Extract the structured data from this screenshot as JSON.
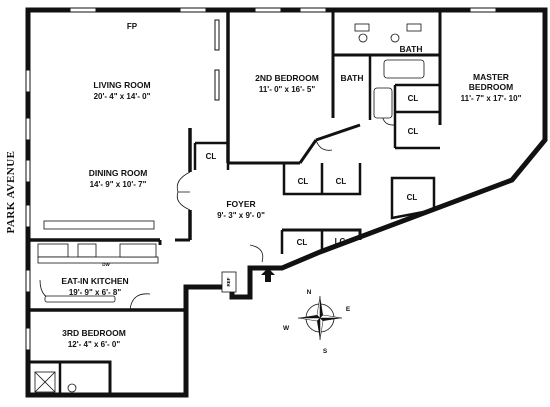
{
  "street": {
    "name": "PARK AVENUE"
  },
  "rooms": {
    "living": {
      "name": "LIVING ROOM",
      "dims": "20'- 4\" x 14'- 0\""
    },
    "dining": {
      "name": "DINING ROOM",
      "dims": "14'- 9\" x 10'- 7\""
    },
    "kitchen": {
      "name": "EAT-IN KITCHEN",
      "dims": "19'- 9\" x 6'- 8\""
    },
    "bed3": {
      "name": "3RD BEDROOM",
      "dims": "12'- 4\" x 6'- 0\""
    },
    "bed2": {
      "name": "2ND BEDROOM",
      "dims": "11'- 0\" x 16'- 5\""
    },
    "master": {
      "name_line1": "MASTER",
      "name_line2": "BEDROOM",
      "dims": "11'- 7\" x 17'- 10\""
    },
    "foyer": {
      "name": "FOYER",
      "dims": "9'- 3\" x 9'- 0\""
    }
  },
  "labels": {
    "fireplace": "FP",
    "bath": "BATH",
    "closet": "CL",
    "linen_closet": "LC",
    "dishwasher": "DW",
    "refrigerator": "REF"
  },
  "compass": {
    "n": "N",
    "e": "E",
    "s": "S",
    "w": "W"
  }
}
